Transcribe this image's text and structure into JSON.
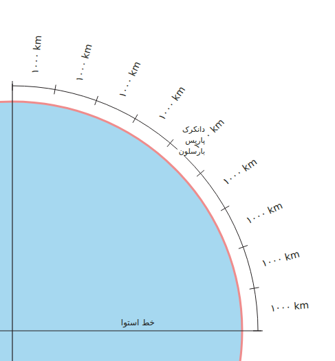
{
  "diagram": {
    "labels": [
      "۱۰۰۰ km",
      "۱۰۰۰ km",
      "۱۰۰۰ km",
      "۱۰۰۰ km",
      "۱۰۰۰ km",
      "۱۰۰۰ km",
      "۱۰۰۰ km",
      "۱۰۰۰ km",
      "۱۰۰۰ km",
      "دانکرک",
      "پاریس",
      "بارسلون",
      "خط استوا"
    ]
  }
}
